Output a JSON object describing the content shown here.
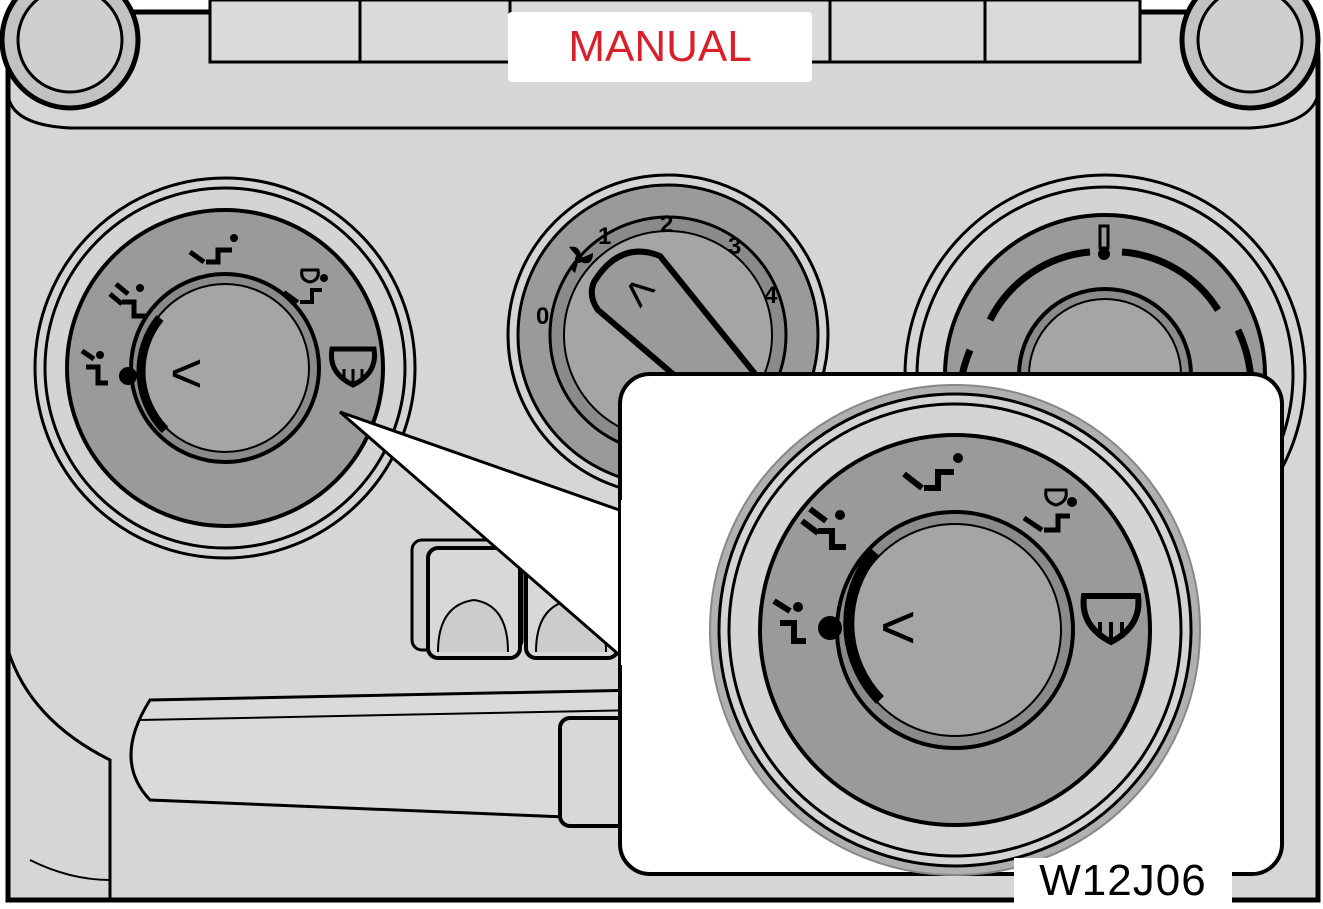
{
  "mode_label": "MANUAL",
  "figure_code": "W12J06",
  "fan_dial": {
    "speeds": [
      "0",
      "1",
      "2",
      "3",
      "4"
    ],
    "pointer_symbol": "<",
    "fan_icon": "fan-icon"
  },
  "mode_dial": {
    "pointer_symbol": "<",
    "positions": [
      "face-vent-icon",
      "face-and-feet-vent-icon",
      "feet-vent-icon",
      "feet-and-defrost-vent-icon",
      "windshield-defrost-icon"
    ]
  },
  "temperature_dial": {
    "icon": "thermometer-icon"
  },
  "colors": {
    "panel": "#dcdcdc",
    "dial_face": "#9a9a9a",
    "dial_ring": "#8a8a8a",
    "knob": "#a8a8a8",
    "mode_label_text": "#d9202a",
    "outline": "#000000"
  }
}
